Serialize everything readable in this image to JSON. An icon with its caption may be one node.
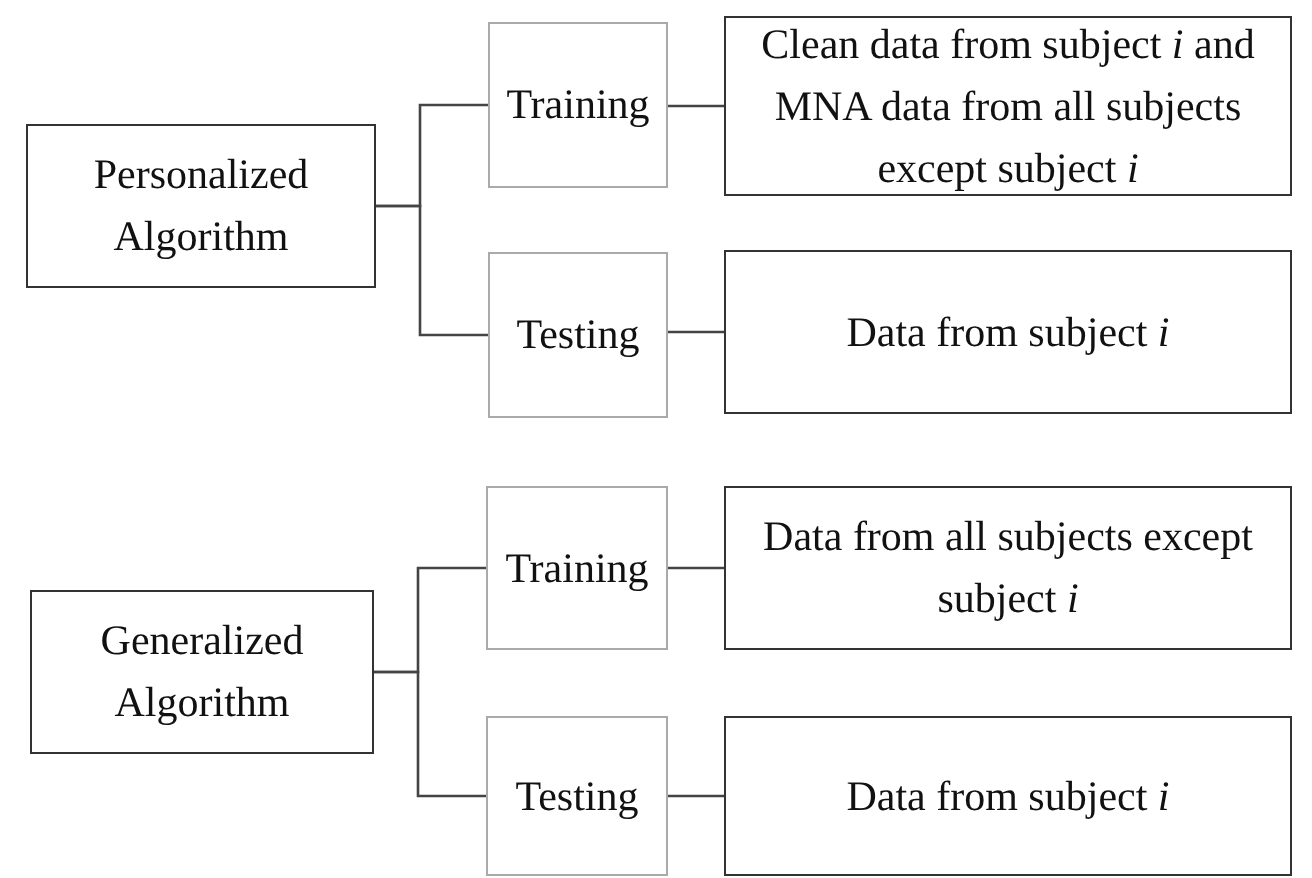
{
  "diagram": {
    "nodes": [
      {
        "text": [
          "Personalized Algorithm"
        ]
      },
      {
        "text": [
          "Training"
        ]
      },
      {
        "text": [
          "Clean data from subject *i* and MNA data from all subjects except subject *i*"
        ]
      },
      {
        "text": [
          "Testing"
        ]
      },
      {
        "text": [
          "Data from subject *i*"
        ]
      },
      {
        "text": [
          "Generalized Algorithm"
        ]
      },
      {
        "text": [
          "Training"
        ]
      },
      {
        "text": [
          "Data from all subjects except subject *i*"
        ]
      },
      {
        "text": [
          "Testing"
        ]
      },
      {
        "text": [
          "Data from subject *i*"
        ]
      }
    ],
    "edges": [
      {
        "from": 0,
        "to": 1,
        "arrow": "none"
      },
      {
        "from": 1,
        "to": 2,
        "arrow": "none"
      },
      {
        "from": 0,
        "to": 3,
        "arrow": "none"
      },
      {
        "from": 3,
        "to": 4,
        "arrow": "none"
      },
      {
        "from": 5,
        "to": 6,
        "arrow": "none"
      },
      {
        "from": 6,
        "to": 7,
        "arrow": "none"
      },
      {
        "from": 5,
        "to": 8,
        "arrow": "none"
      },
      {
        "from": 8,
        "to": 9,
        "arrow": "none"
      }
    ]
  }
}
